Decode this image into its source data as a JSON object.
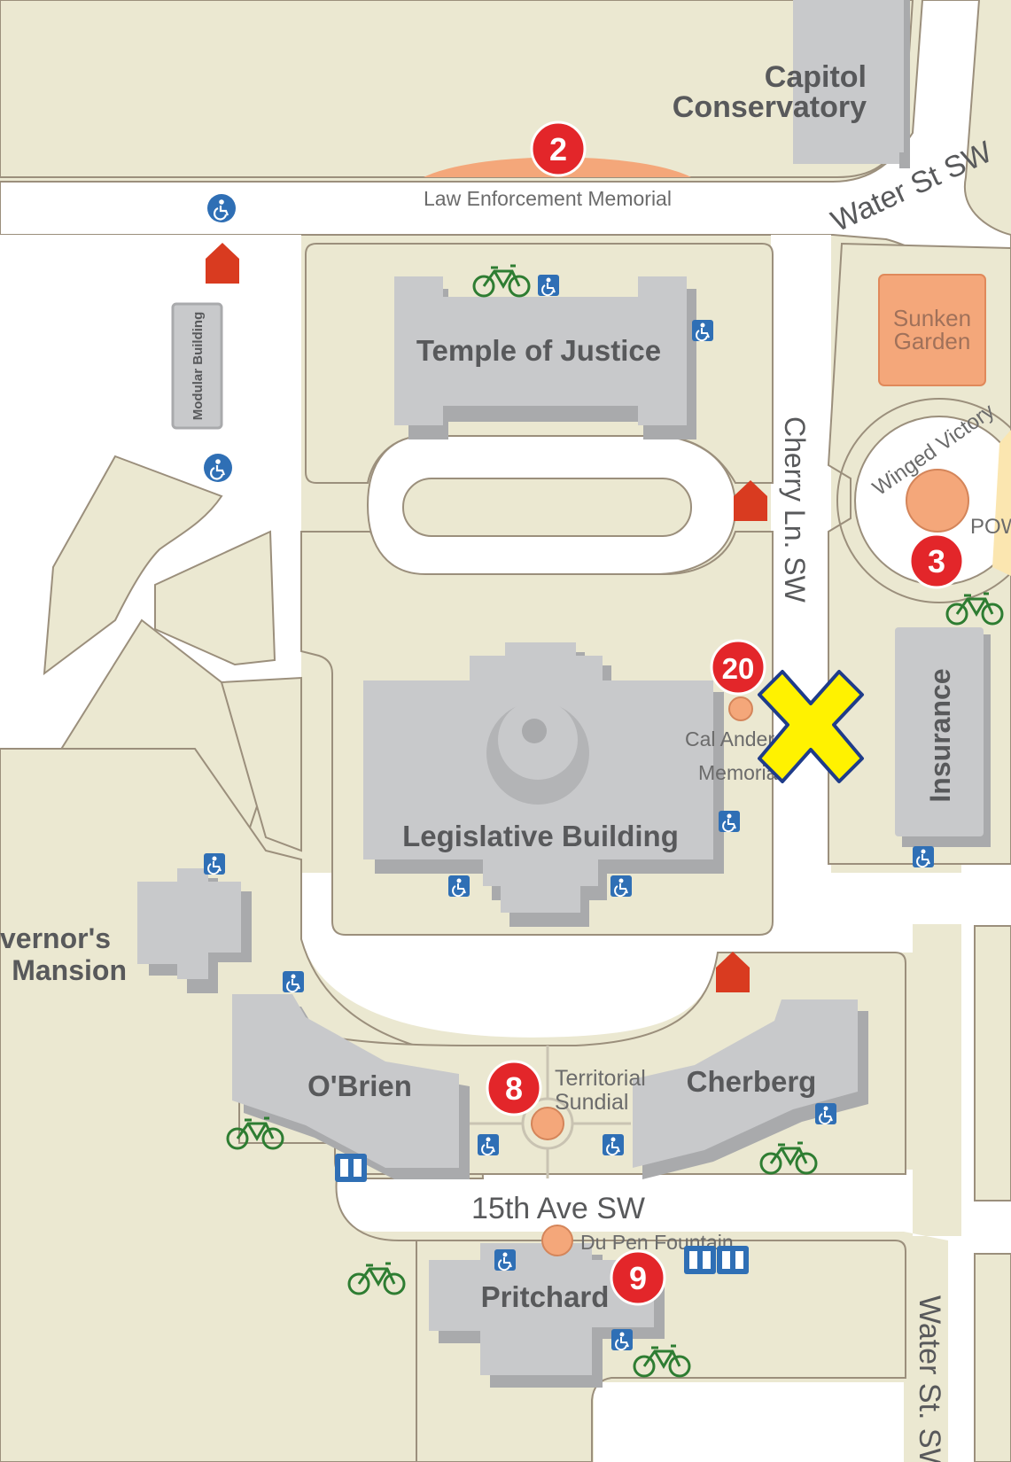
{
  "map": {
    "title": "",
    "buildings": {
      "temple": "Temple of Justice",
      "legislative": "Legislative Building",
      "obrien": "O'Brien",
      "cherberg": "Cherberg",
      "pritchard": "Pritchard",
      "insurance": "Insurance",
      "modular": "Modular Building",
      "governor_line1": "Governor's",
      "governor_line2": "Mansion",
      "conservatory_line1": "Capitol",
      "conservatory_line2": "Conservatory",
      "sunken_line1": "Sunken",
      "sunken_line2": "Garden"
    },
    "streets": {
      "water_top": "Water St SW",
      "cherry": "Cherry Ln. SW",
      "fifteenth": "15th Ave SW",
      "water_bottom": "Water St. SW"
    },
    "landmarks": {
      "law": "Law Enforcement Memorial",
      "winged": "Winged Victory",
      "pow": "POW",
      "cal_line1": "Cal Anderson",
      "cal_line2": "Memorial",
      "sundial_line1": "Territorial",
      "sundial_line2": "Sundial",
      "dupen": "Du Pen Fountain"
    },
    "markers": [
      "2",
      "3",
      "20",
      "8",
      "9"
    ],
    "icons": {
      "accessible": "wheelchair-icon",
      "bike": "bicycle-icon",
      "entrance": "entrance-marker-icon",
      "restroom": "restroom-icon",
      "you_are_here": "x-marker-icon"
    },
    "colors": {
      "background": "#ebe8d1",
      "road": "#ffffff",
      "road_outline": "#9b8f7c",
      "building": "#c8c9cb",
      "building_shadow": "#a9aaac",
      "marker": "#e3262a",
      "landmark": "#f4a77a",
      "accessible": "#2f6fb5",
      "bike": "#2e7d32",
      "x_marker": "#fff200",
      "x_outline": "#1f3c8a"
    }
  }
}
